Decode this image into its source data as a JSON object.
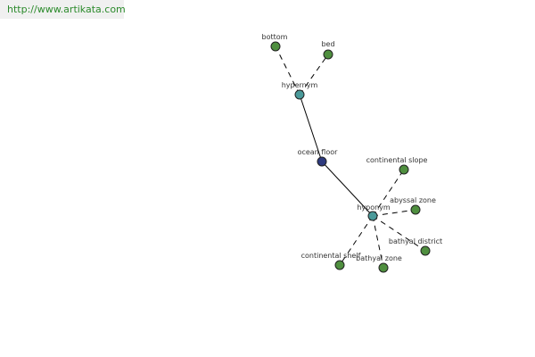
{
  "site": {
    "url_text": "http://www.artikata.com"
  },
  "colors": {
    "center": "#2e3a7e",
    "hub": "#4a9a9a",
    "leaf": "#4f8f3f",
    "edge": "#000000",
    "link": "#2b8a2b"
  },
  "graph": {
    "center": {
      "id": "ocean-floor",
      "label": "ocean floor"
    },
    "hubs": [
      {
        "id": "hypernym",
        "label": "hypernym"
      },
      {
        "id": "hyponym",
        "label": "hyponym"
      }
    ],
    "leaves": [
      {
        "id": "bottom",
        "label": "bottom",
        "hub": "hypernym"
      },
      {
        "id": "bed",
        "label": "bed",
        "hub": "hypernym"
      },
      {
        "id": "continental-slope",
        "label": "continental slope",
        "hub": "hyponym"
      },
      {
        "id": "abyssal-zone",
        "label": "abyssal zone",
        "hub": "hyponym"
      },
      {
        "id": "bathyal-district",
        "label": "bathyal district",
        "hub": "hyponym"
      },
      {
        "id": "bathyal-zone",
        "label": "bathyal zone",
        "hub": "hyponym"
      },
      {
        "id": "continental-shelf",
        "label": "continental shelf",
        "hub": "hyponym"
      }
    ]
  }
}
